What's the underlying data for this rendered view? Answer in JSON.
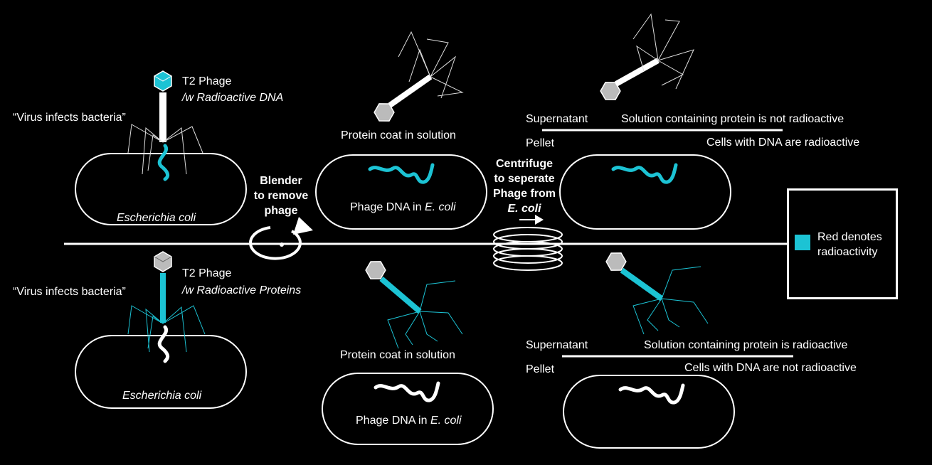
{
  "top": {
    "phage_label": "T2 Phage",
    "phage_sub": "/w Radioactive DNA",
    "infects": "“Virus infects bacteria”",
    "cell_name": "Escherichia coli",
    "protein_coat": "Protein coat in solution",
    "phage_dna_prefix": "Phage DNA in ",
    "phage_dna_species": "E. coli",
    "supernatant": "Supernatant",
    "supernatant_result": "Solution containing protein is not radioactive",
    "pellet": "Pellet",
    "pellet_result": "Cells with DNA are radioactive"
  },
  "bottom": {
    "phage_label": "T2 Phage",
    "phage_sub": "/w Radioactive Proteins",
    "infects": "“Virus infects bacteria”",
    "cell_name": "Escherichia coli",
    "protein_coat": "Protein coat in solution",
    "phage_dna_prefix": "Phage DNA in ",
    "phage_dna_species": "E. coli",
    "supernatant": "Supernatant",
    "supernatant_result": "Solution containing protein is radioactive",
    "pellet": "Pellet",
    "pellet_result": "Cells with DNA are not radioactive"
  },
  "steps": {
    "blender_1": "Blender",
    "blender_2": "to remove",
    "blender_3": "phage",
    "centrifuge_1": "Centrifuge",
    "centrifuge_2": "to seperate",
    "centrifuge_3": "Phage from",
    "centrifuge_4": "E. coli"
  },
  "legend": {
    "line1": "Red denotes",
    "line2": "radioactivity",
    "swatch_color": "#1cc3d4"
  },
  "colors": {
    "radioactive": "#1cc3d4",
    "normal": "#ffffff",
    "background": "#000000"
  }
}
